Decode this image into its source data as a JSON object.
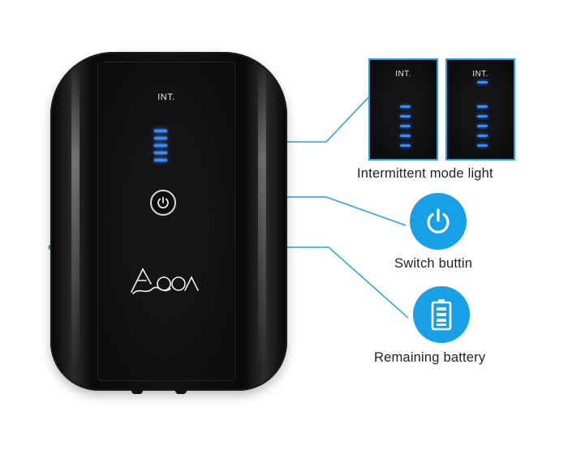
{
  "device": {
    "panel_label": "INT.",
    "led_count": 5
  },
  "thumbnails": [
    {
      "label": "INT.",
      "led_count": 5,
      "top_led": false
    },
    {
      "label": "INT.",
      "led_count": 5,
      "top_led": true
    }
  ],
  "callouts": {
    "intermittent_mode": "Intermittent mode light",
    "switch": "Switch buttin",
    "battery": "Remaining battery"
  },
  "colors": {
    "accent": "#18a0e6",
    "led_blue": "#3b8bff",
    "device_body": "#0f0f0f"
  },
  "icons": {
    "power": "power-icon",
    "battery": "battery-icon",
    "logo": "brand-logo"
  }
}
